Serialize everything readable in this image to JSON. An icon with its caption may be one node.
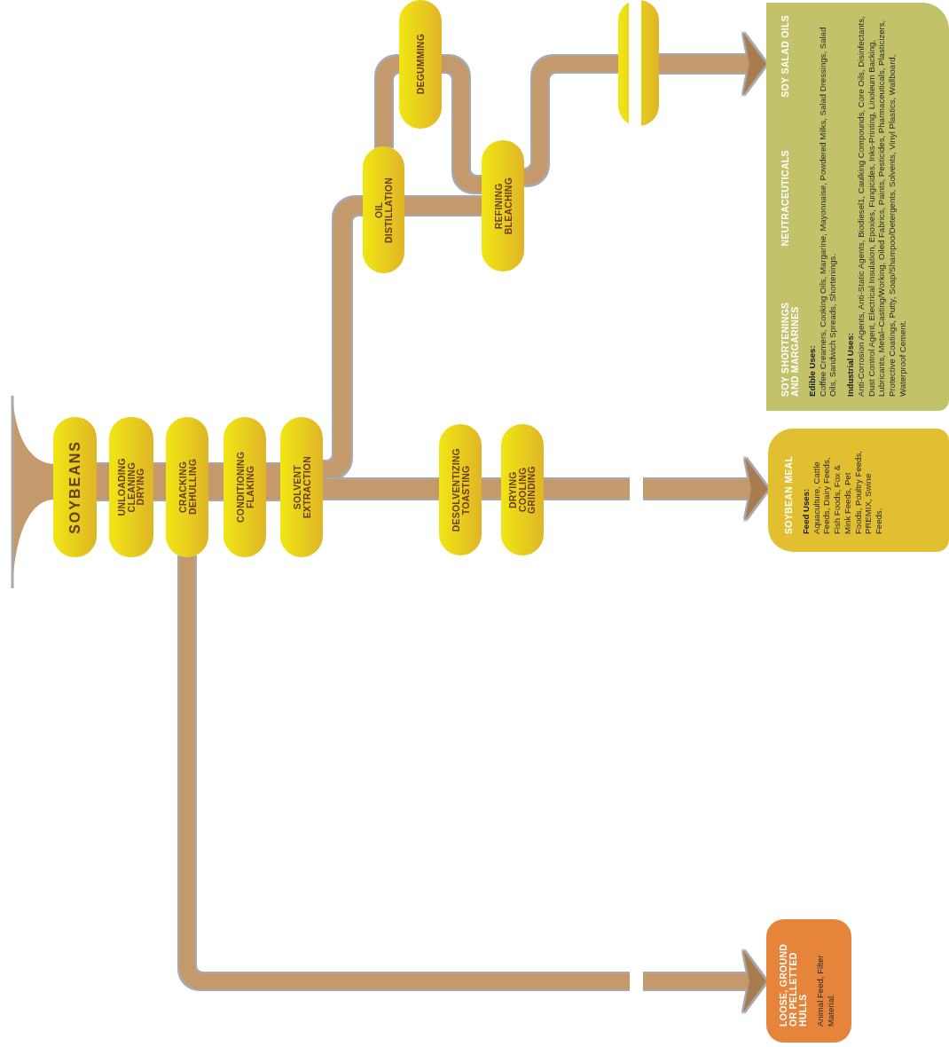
{
  "diagram": {
    "nodes": [
      {
        "text": [
          "SOYBEANS"
        ]
      },
      {
        "text": [
          "UNLOADING CLEANING DRYING"
        ]
      },
      {
        "text": [
          "CRACKING DEHULLING"
        ]
      },
      {
        "text": [
          "CONDITIONING FLAKING"
        ]
      },
      {
        "text": [
          "SOLVENT EXTRACTION"
        ]
      },
      {
        "text": [
          "OIL DISTILLATION"
        ]
      },
      {
        "text": [
          "DEGUMMING"
        ]
      },
      {
        "text": [
          "REFINING BLEACHING"
        ]
      },
      {
        "text": [],
        "shape": "box"
      },
      {
        "text": [
          "DESOLVENTIZING TOASTING"
        ]
      },
      {
        "text": [
          "DRYING COOLING GRINDING"
        ]
      },
      {
        "text": [
          "SOY SHORTENINGS AND MARGARINES",
          "NEUTRACEUTICALS",
          "SOY SALAD OILS",
          "**Edible Uses:** Coffee Creamers, Cooking Oils, Margarine, Mayonnaise, Powdered Milks, Salad Dressings, Salad Oils, Sandwich Spreads, Shortenings.",
          "**Industrial Uses:** Anti-Corrosion Agents, Anti-Static Agents, Biodiesel1, Caulking Compounds, Core Oils, Disinfectants, Dust Control Agent, Electrical Insulation, Epoxies, Fungicides, Inks-Printing, Linoleum Backing, Lubricants, Metal–Casting/Working, Oiled Fabrics, Paints, Pesticides, Pharmaceuticals, Plasticizers, Protective Coatings, Putty, Soap/Shampoo/Detergents, Solvents, Vinyl Plastics, Wallboard, Waterproof Cement."
        ]
      },
      {
        "text": [
          "SOYBEAN MEAL",
          "**Feed Uses:** Aquaculture, Cattle Feeds, Dairy Feeds, Fish Foods, Fox & Mink Feeds, Pet Foods, Poultry Feeds, PREMIX, Swine Feeds."
        ]
      },
      {
        "text": [
          "LOOSE, GROUND OR PELLETTED HULLS",
          "Animal Feed, Filter Material."
        ]
      }
    ],
    "edges": [
      {
        "from": 0,
        "to": 1,
        "arrow": "none",
        "style": "thick"
      },
      {
        "from": 1,
        "to": 2,
        "arrow": "none",
        "style": "thick"
      },
      {
        "from": 2,
        "to": 3,
        "arrow": "none",
        "style": "thick"
      },
      {
        "from": 3,
        "to": 4,
        "arrow": "none",
        "style": "thick"
      },
      {
        "from": 4,
        "to": 5,
        "arrow": "none"
      },
      {
        "from": 4,
        "to": 9,
        "arrow": "none"
      },
      {
        "from": 9,
        "to": 10,
        "arrow": "none"
      },
      {
        "from": 10,
        "to": 12,
        "arrow": "to"
      },
      {
        "from": 2,
        "to": 13,
        "arrow": "to"
      },
      {
        "from": 5,
        "to": 6,
        "arrow": "none"
      },
      {
        "from": 5,
        "to": 7,
        "arrow": "none"
      },
      {
        "from": 6,
        "to": 7,
        "arrow": "none"
      },
      {
        "from": 7,
        "to": 8,
        "arrow": "none"
      },
      {
        "from": 8,
        "to": 11,
        "arrow": "to"
      }
    ]
  }
}
